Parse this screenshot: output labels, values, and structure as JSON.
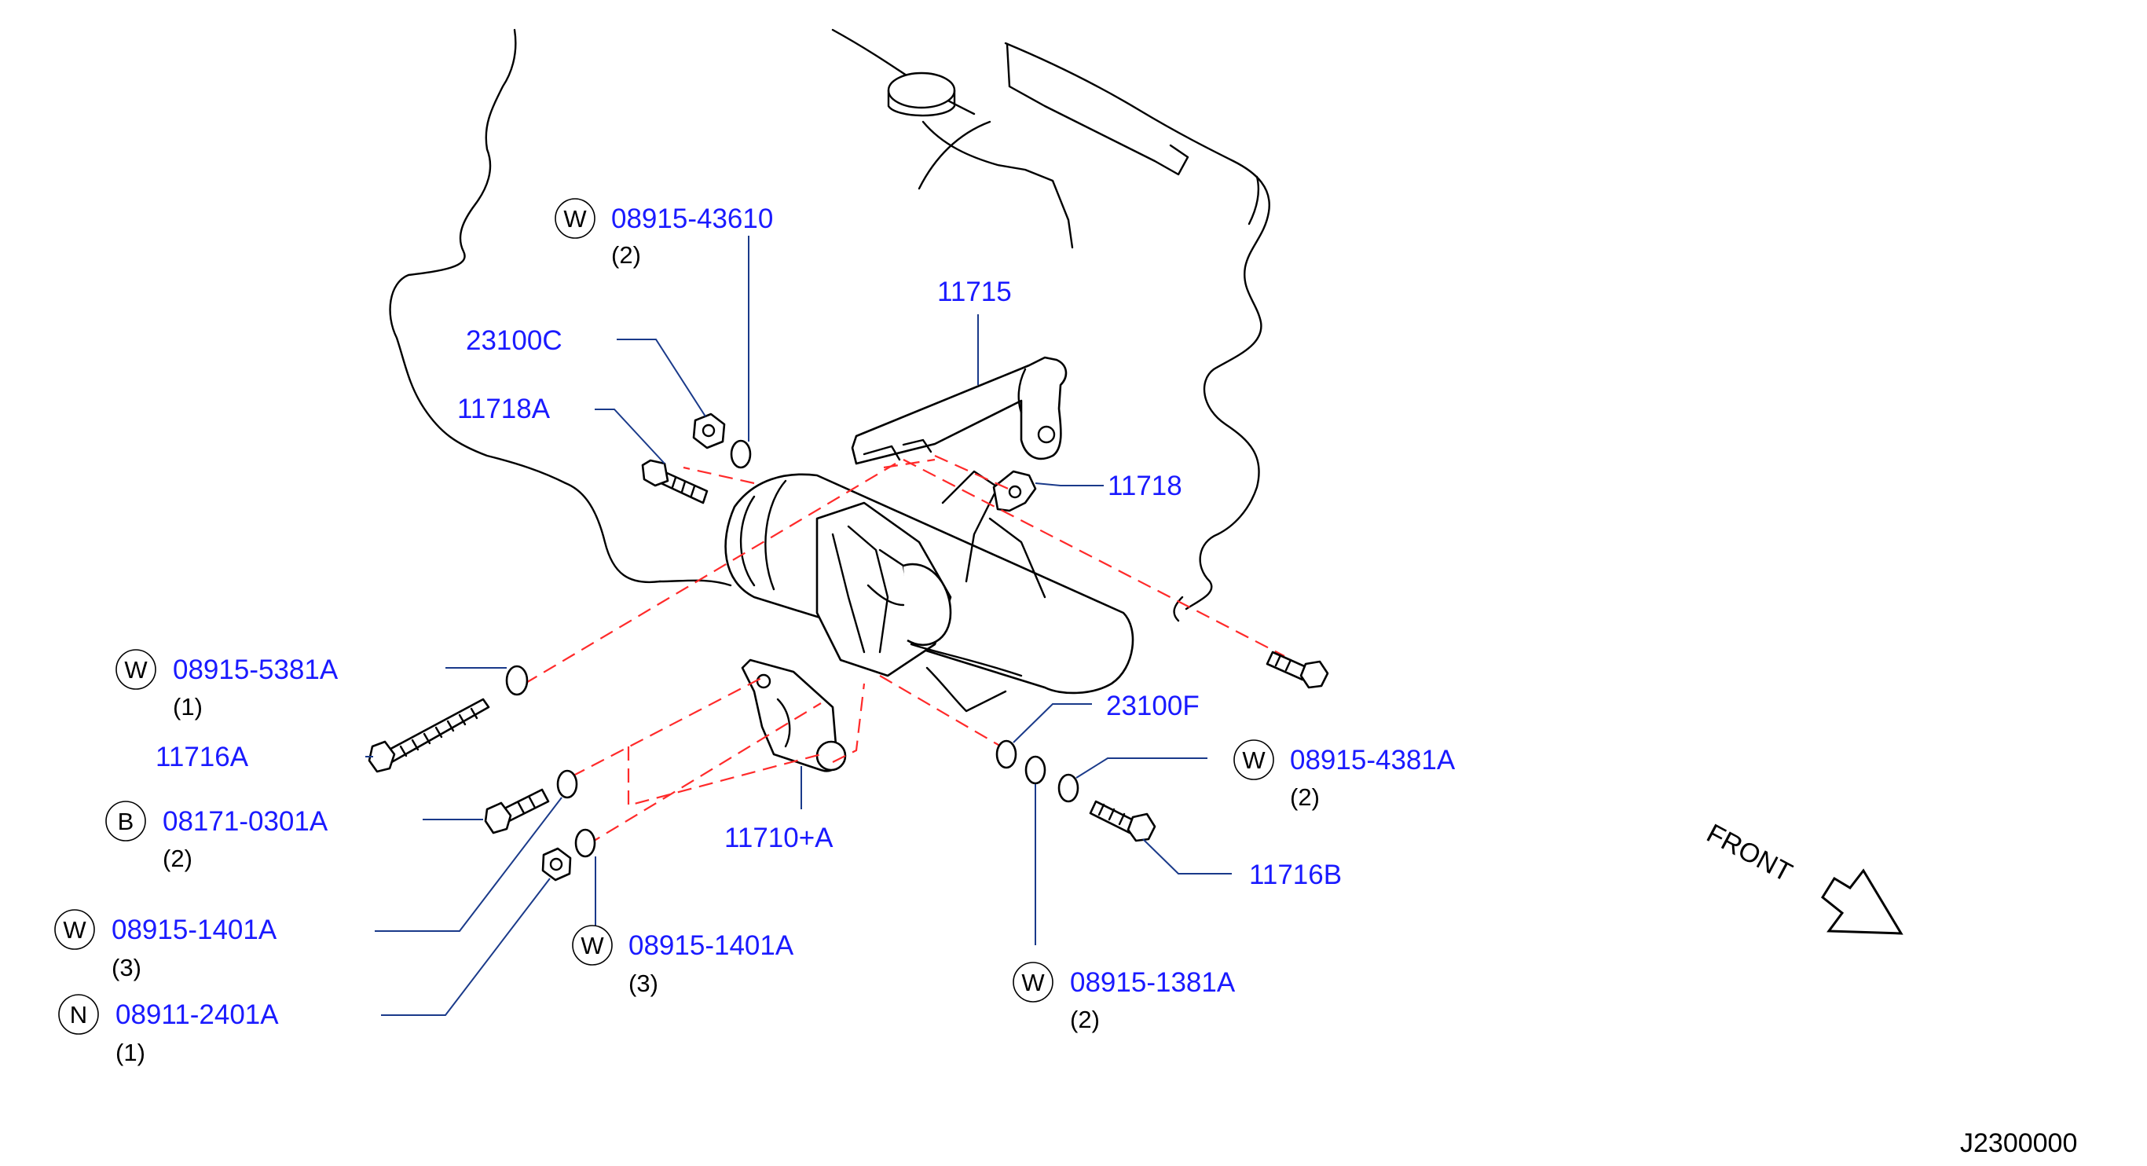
{
  "callouts": [
    {
      "symbol": "W",
      "part": "08915-43610",
      "qty": "(2)"
    },
    {
      "symbol": "",
      "part": "11715",
      "qty": ""
    },
    {
      "symbol": "",
      "part": "23100C",
      "qty": ""
    },
    {
      "symbol": "",
      "part": "11718A",
      "qty": ""
    },
    {
      "symbol": "",
      "part": "11718",
      "qty": ""
    },
    {
      "symbol": "W",
      "part": "08915-5381A",
      "qty": "(1)"
    },
    {
      "symbol": "",
      "part": "11716A",
      "qty": ""
    },
    {
      "symbol": "",
      "part": "23100F",
      "qty": ""
    },
    {
      "symbol": "W",
      "part": "08915-4381A",
      "qty": "(2)"
    },
    {
      "symbol": "B",
      "part": "08171-0301A",
      "qty": "(2)"
    },
    {
      "symbol": "",
      "part": "11710+A",
      "qty": ""
    },
    {
      "symbol": "",
      "part": "11716B",
      "qty": ""
    },
    {
      "symbol": "W",
      "part": "08915-1401A",
      "qty": "(3)"
    },
    {
      "symbol": "W",
      "part": "08915-1401A",
      "qty": "(3)"
    },
    {
      "symbol": "W",
      "part": "08915-1381A",
      "qty": "(2)"
    },
    {
      "symbol": "N",
      "part": "08911-2401A",
      "qty": "(1)"
    }
  ],
  "front_label": "FRONT",
  "diagram_code": "J2300000"
}
